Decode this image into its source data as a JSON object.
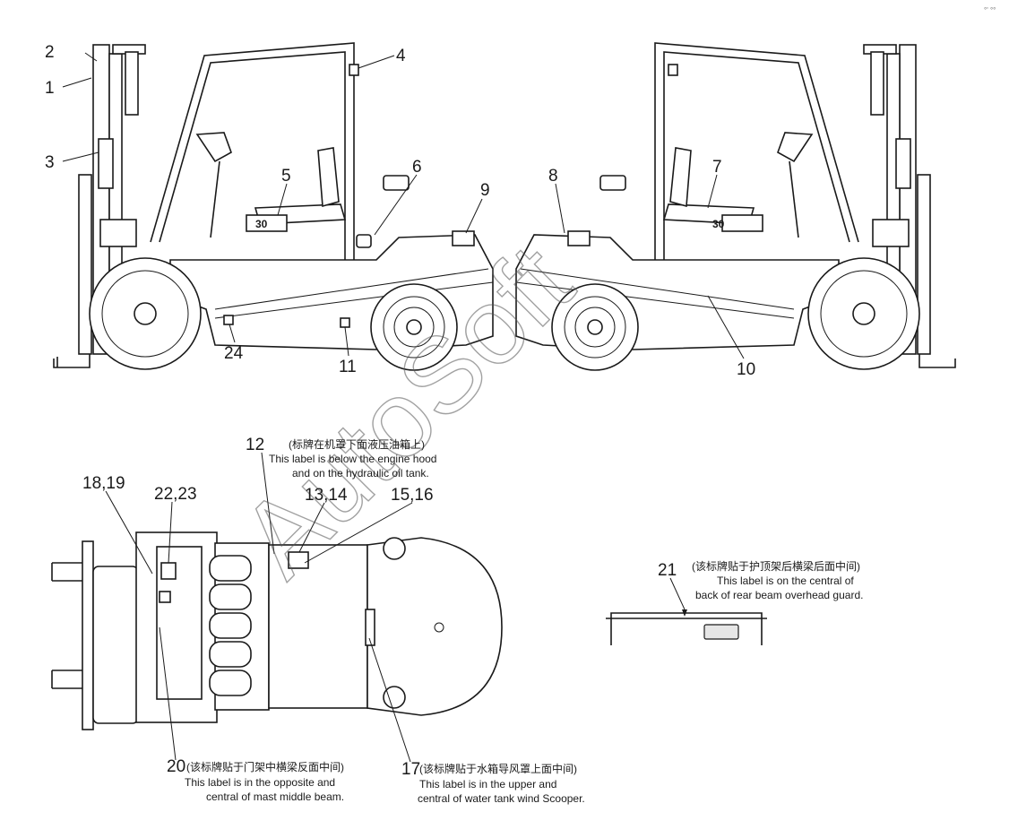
{
  "callouts": {
    "n1": "1",
    "n2": "2",
    "n3": "3",
    "n4": "4",
    "n5": "5",
    "n6": "6",
    "n7": "7",
    "n8": "8",
    "n9": "9",
    "n10": "10",
    "n11": "11",
    "n12": "12",
    "n13_14": "13,14",
    "n15_16": "15,16",
    "n17": "17",
    "n18_19": "18,19",
    "n20": "20",
    "n21": "21",
    "n22_23": "22,23",
    "n24": "24"
  },
  "badge": "30",
  "notes": {
    "n12_cn": "(标牌在机罩下面液压油箱上)",
    "n12_en1": "This label is below the engine hood",
    "n12_en2": "and on the hydraulic oil tank.",
    "n21_cn": "(该标牌贴于护顶架后横梁后面中间)",
    "n21_en1": "This label is on the central of",
    "n21_en2": "back of rear beam overhead guard.",
    "n20_cn": "(该标牌贴于门架中横梁反面中间)",
    "n20_en1": "This label is in the opposite and",
    "n20_en2": "central of mast middle beam.",
    "n17_cn": "(该标牌贴于水箱导风罩上面中间)",
    "n17_en1": "This label is in the upper and",
    "n17_en2": "central of water tank wind Scooper."
  },
  "watermark": "AutoSoft",
  "icons": [
    "corner-mark-icon"
  ]
}
